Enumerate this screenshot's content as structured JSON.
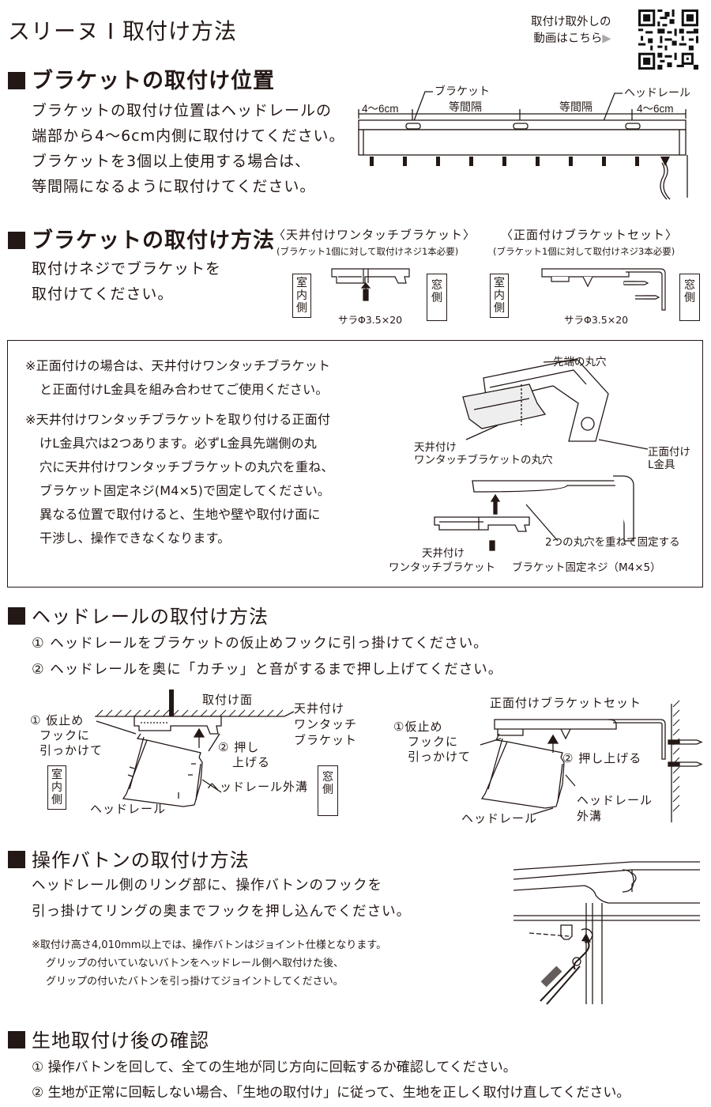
{
  "header": {
    "title": "スリーヌ Ⅰ 取付け方法",
    "qr_caption_1": "取付け取外しの",
    "qr_caption_2": "動画はこちら",
    "qr_arrow": "▶"
  },
  "sec1": {
    "heading": "ブラケットの取付け位置",
    "lines": [
      "ブラケットの取付け位置はヘッドレールの",
      "端部から4〜6cm内側に取付けてください。",
      "ブラケットを3個以上使用する場合は、",
      "等間隔になるように取付けてください。"
    ],
    "diagram": {
      "bracket_label": "ブラケット",
      "equal_1": "等間隔",
      "equal_2": "等間隔",
      "headrail_label": "ヘッドレール",
      "dist_left": "4〜6cm",
      "dist_right": "4〜6cm"
    }
  },
  "sec2": {
    "heading": "ブラケットの取付け方法",
    "lines": [
      "取付けネジでブラケットを",
      "取付けてください。"
    ],
    "ceiling": {
      "title": "〈天井付けワンタッチブラケット〉",
      "sub": "(ブラケット1個に対して取付けネジ1本必要)",
      "screw": "サラΦ3.5×20"
    },
    "front": {
      "title": "〈正面付けブラケットセット〉",
      "sub": "(ブラケット1個に対して取付けネジ3本必要)",
      "screw": "サラΦ3.5×20"
    },
    "indoor": "室内側",
    "window": "窓側"
  },
  "notebox": {
    "lines": [
      "※正面付けの場合は、天井付けワンタッチブラケット",
      "と正面付けL金具を組み合わせてご使用ください。",
      "※天井付けワンタッチブラケットを取り付ける正面付",
      "けL金具穴は2つあります。必ずL金具先端側の丸",
      "穴に天井付けワンタッチブラケットの丸穴を重ね、",
      "ブラケット固定ネジ(M4×5)で固定してください。",
      "異なる位置で取付けると、生地や壁や取付け面に",
      "干渉し、操作できなくなります。"
    ],
    "labels": {
      "tip_hole": "先端の丸穴",
      "ceiling_hole_1": "天井付け",
      "ceiling_hole_2": "ワンタッチブラケットの丸穴",
      "front_l_1": "正面付け",
      "front_l_2": "L金具",
      "overlap": "2つの丸穴を重ねて固定する",
      "ceiling_bracket_1": "天井付け",
      "ceiling_bracket_2": "ワンタッチブラケット",
      "fix_screw": "ブラケット固定ネジ（M4×5）"
    }
  },
  "sec3": {
    "heading": "ヘッドレールの取付け方法",
    "steps": [
      "① ヘッドレールをブラケットの仮止めフックに引っ掛けてください。",
      "② ヘッドレールを奥に「カチッ」と音がするまで押し上げてください。"
    ],
    "left": {
      "mount_surface": "取付け面",
      "ceiling_1": "天井付け",
      "ceiling_2": "ワンタッチ",
      "ceiling_3": "ブラケット",
      "hook_1": "① 仮止め",
      "hook_2": "フックに",
      "hook_3": "引っかけて",
      "push_1": "② 押し",
      "push_2": "上げる",
      "groove": "ヘッドレール外溝",
      "headrail": "ヘッドレール",
      "indoor": "室内側",
      "window": "窓側"
    },
    "right": {
      "title": "正面付けブラケットセット",
      "hook_1": "①仮止め",
      "hook_2": "フックに",
      "hook_3": "引っかけて",
      "push": "② 押し上げる",
      "groove_1": "ヘッドレール",
      "groove_2": "外溝",
      "headrail": "ヘッドレール"
    }
  },
  "sec4": {
    "heading": "操作バトンの取付け方法",
    "lines": [
      "ヘッドレール側のリング部に、操作バトンのフックを",
      "引っ掛けてリングの奥までフックを押し込んでください。"
    ],
    "notes": [
      "※取付け高さ4,010mm以上では、操作バトンはジョイント仕様となります。",
      "グリップの付いていないバトンをヘッドレール側へ取付けた後、",
      "グリップの付いたバトンを引っ掛けてジョイントしてください。"
    ]
  },
  "sec5": {
    "heading": "生地取付け後の確認",
    "steps": [
      "① 操作バトンを回して、全ての生地が同じ方向に回転するか確認してください。",
      "② 生地が正常に回転しない場合、「生地の取付け」に従って、生地を正しく取付け直してください。"
    ]
  }
}
